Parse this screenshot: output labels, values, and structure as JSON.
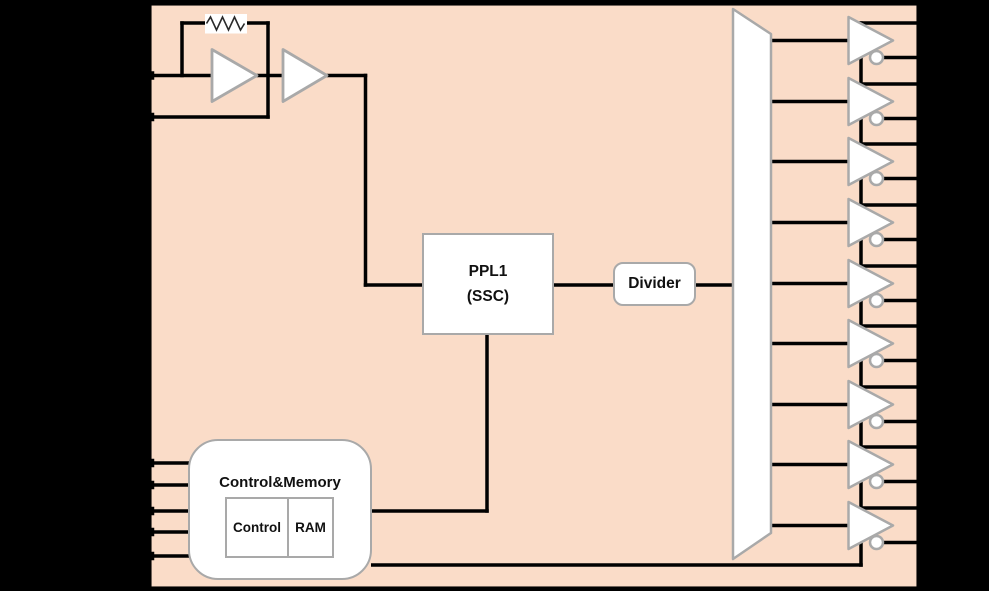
{
  "diagram": {
    "kind": "ic-block-diagram",
    "colors": {
      "page_background": "#000000",
      "chip_fill": "#fadcc8",
      "chip_border": "#000000",
      "block_fill": "#ffffff",
      "block_border": "#a9a9a9",
      "wire_color": "#000000"
    },
    "blocks": {
      "pll": {
        "line1": "PPL1",
        "line2": "(SSC)"
      },
      "divider": {
        "label": "Divider"
      },
      "control_memory": {
        "title": "Control&Memory",
        "children": [
          {
            "label": "Control"
          },
          {
            "label": "RAM"
          }
        ]
      }
    },
    "crystal_oscillator": {
      "amplifier_count": 2,
      "has_feedback_resistor": true,
      "input_pin_count": 2
    },
    "output_stage": {
      "buffer_count": 9,
      "outputs_per_buffer": 2,
      "has_inverting_bubble": true
    },
    "control_input_pin_count": 5
  }
}
